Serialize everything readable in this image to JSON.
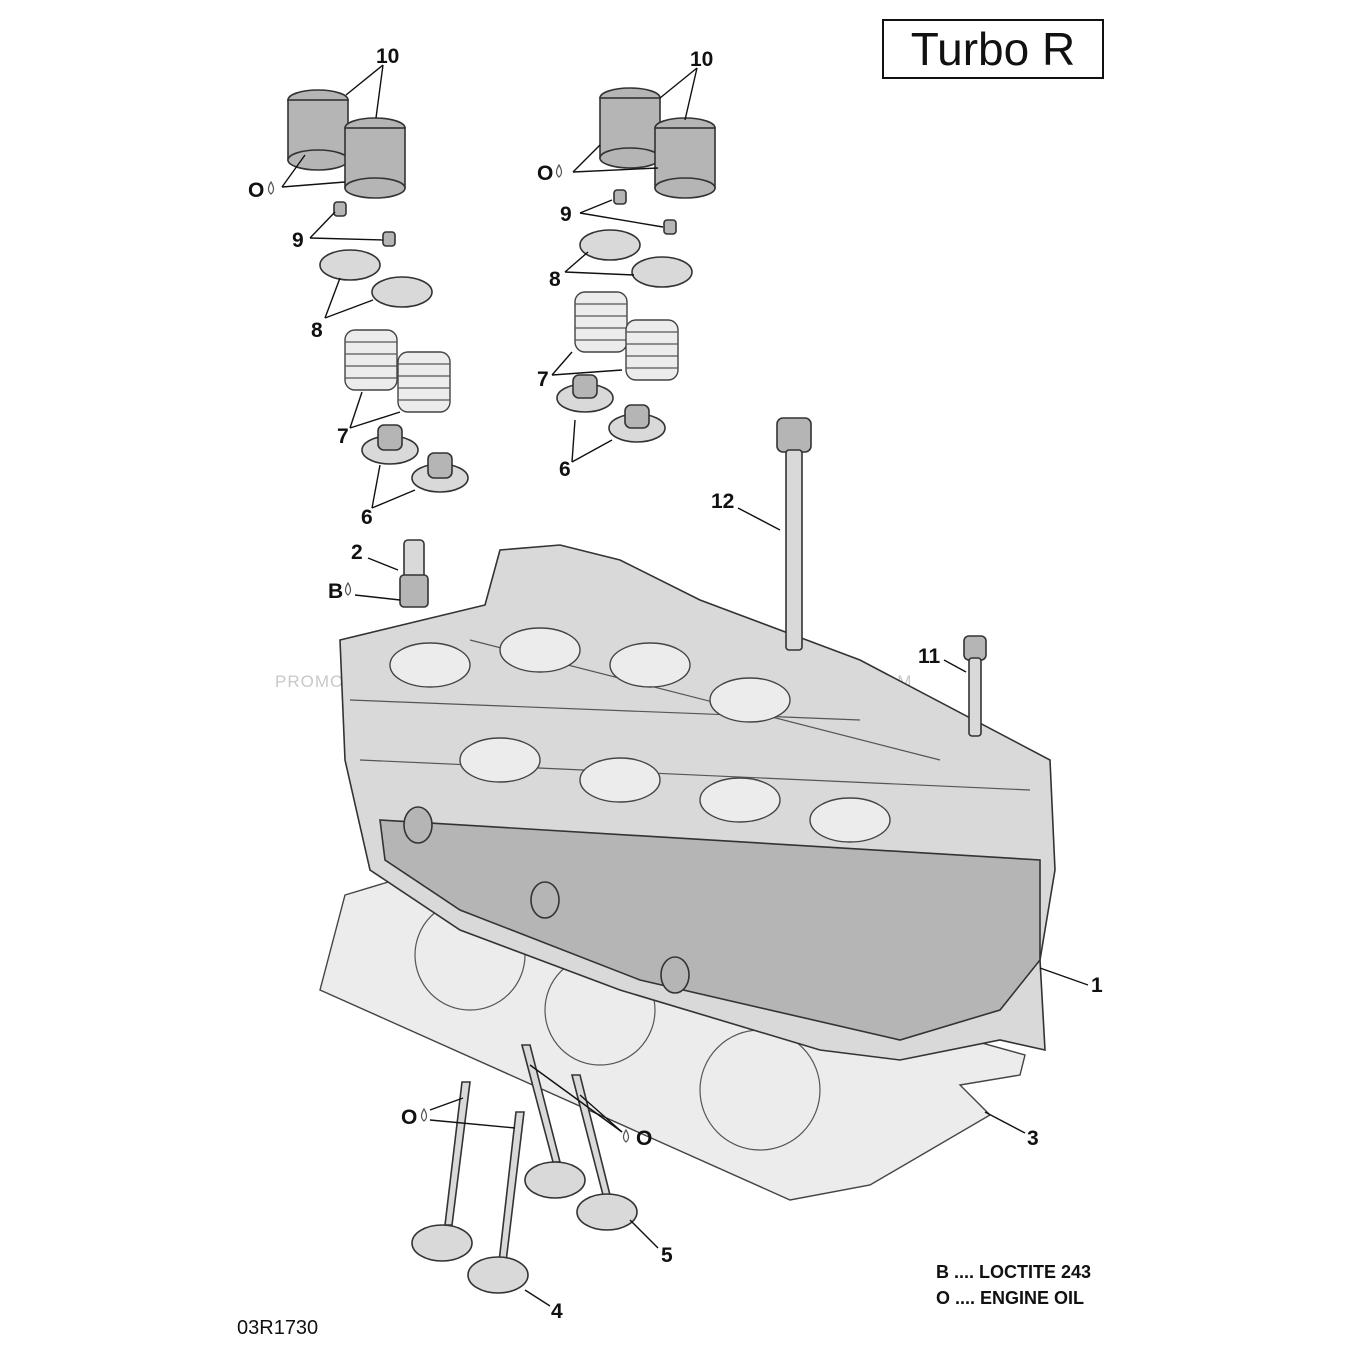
{
  "title": "Turbo R",
  "figure_code": "03R1730",
  "watermark": "PROMO-QUAD.COM",
  "legend": [
    {
      "line": "B .... LOCTITE 243"
    },
    {
      "line": "O .... ENGINE OIL"
    }
  ],
  "callouts": {
    "c1": "1",
    "c2": "2",
    "c3": "3",
    "c4": "4",
    "c5": "5",
    "c6a": "6",
    "c6b": "6",
    "c7a": "7",
    "c7b": "7",
    "c8a": "8",
    "c8b": "8",
    "c9a": "9",
    "c9b": "9",
    "c10a": "10",
    "c10b": "10",
    "c11": "11",
    "c12": "12",
    "oil_a": "O",
    "oil_b": "O",
    "oil_c": "O",
    "oil_d": "O",
    "loctite": "B"
  }
}
